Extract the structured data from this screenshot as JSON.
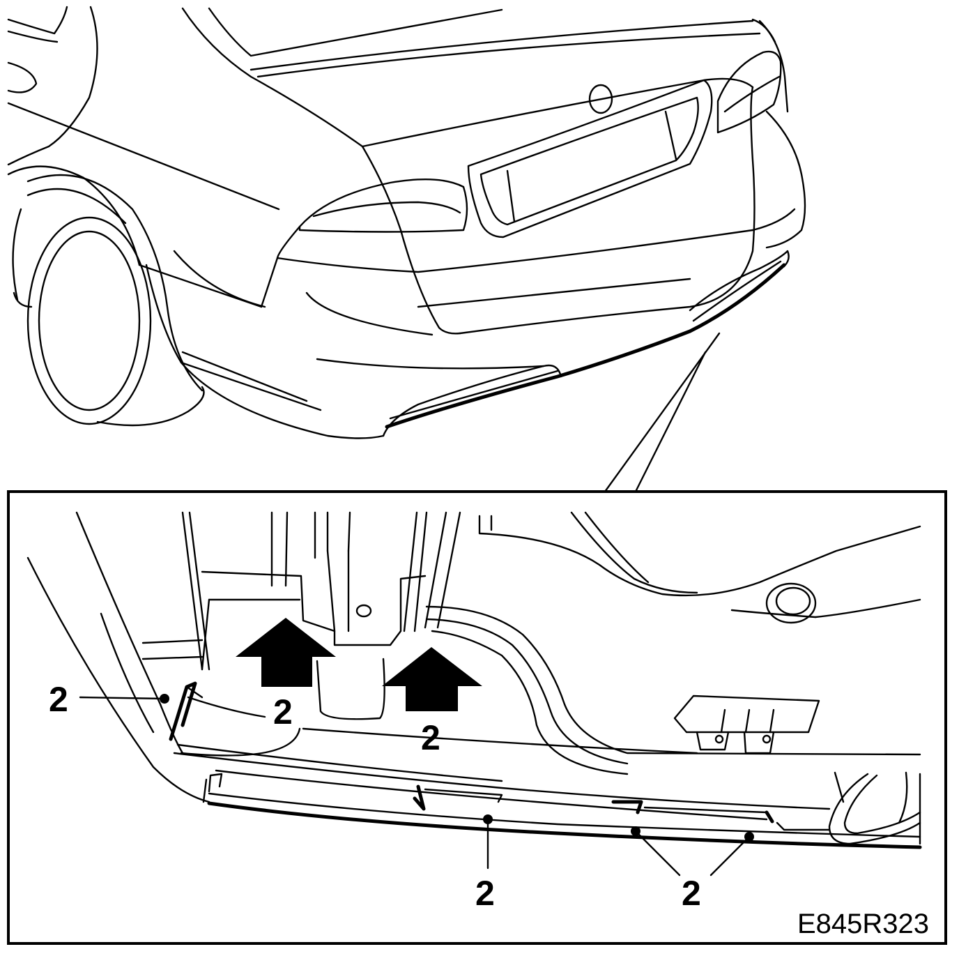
{
  "figure": {
    "code": "E845R323",
    "callout_label": "2",
    "line_color": "#000000",
    "background_color": "#ffffff",
    "arrow_icon": "up-arrow-icon"
  },
  "callouts": [
    {
      "id": "left-edge",
      "label": "2"
    },
    {
      "id": "upper-center",
      "label": "2"
    },
    {
      "id": "center",
      "label": "2"
    },
    {
      "id": "bottom-center",
      "label": "2"
    },
    {
      "id": "bottom-right",
      "label": "2"
    }
  ]
}
